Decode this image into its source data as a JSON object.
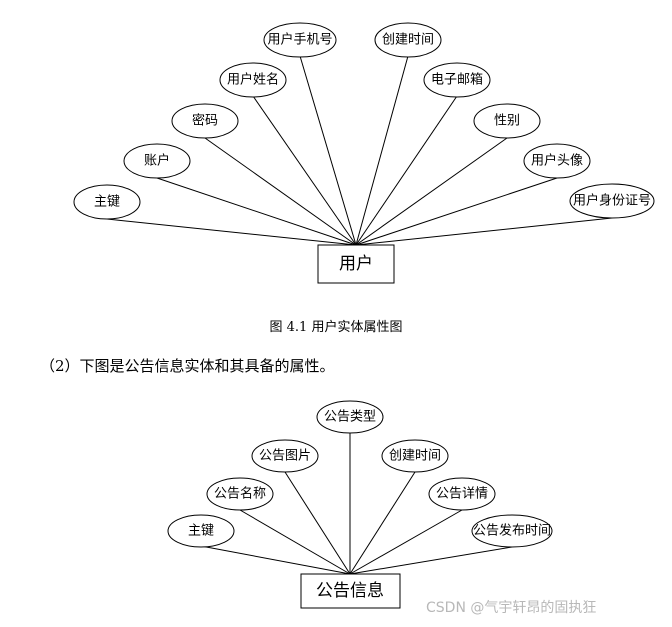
{
  "diagram1": {
    "entity": "用户",
    "attributes": [
      "主键",
      "账户",
      "密码",
      "用户姓名",
      "用户手机号",
      "创建时间",
      "电子邮箱",
      "性别",
      "用户头像",
      "用户身份证号"
    ]
  },
  "caption": "图 4.1 用户实体属性图",
  "paragraph": "（2）下图是公告信息实体和其具备的属性。",
  "diagram2": {
    "entity": "公告信息",
    "attributes": [
      "主键",
      "公告名称",
      "公告图片",
      "公告类型",
      "创建时间",
      "公告详情",
      "公告发布时间"
    ]
  },
  "watermark": "CSDN @气宇轩昂的固执狂"
}
